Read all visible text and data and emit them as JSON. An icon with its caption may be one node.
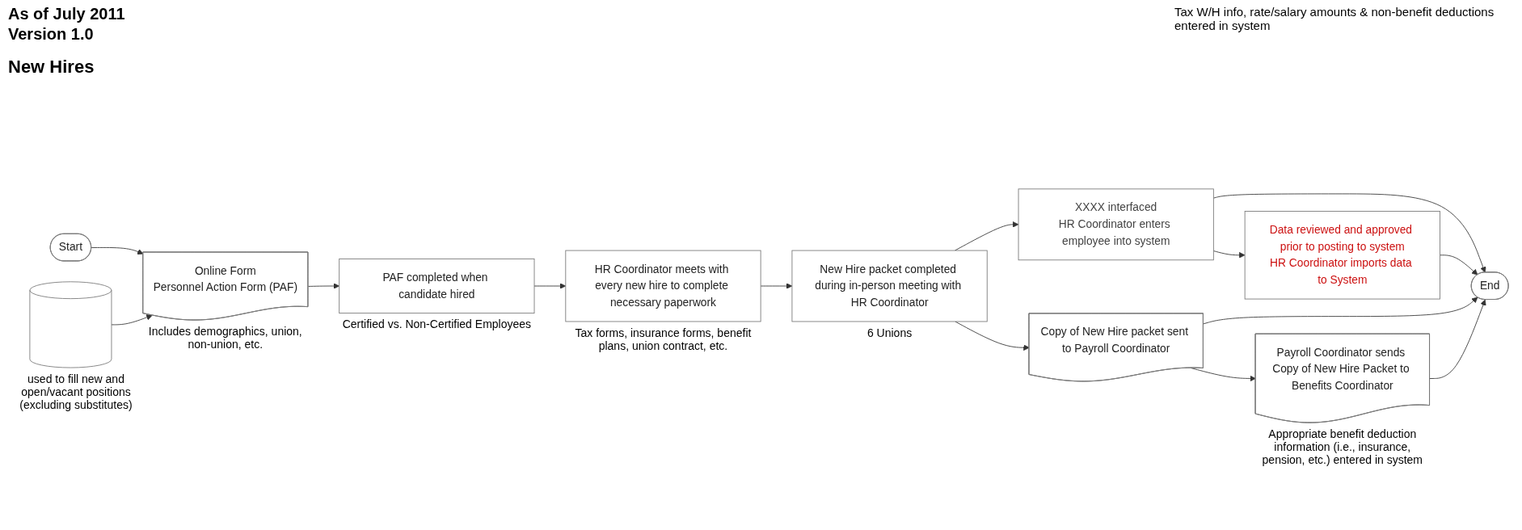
{
  "diagram": {
    "title": "New Hires",
    "nodes": [
      {
        "text": [
          "Start"
        ]
      },
      {
        "text": [],
        "shape": "cylinder",
        "beside": [
          "used to fill new and open/vacant positions (excluding substitutes)"
        ]
      },
      {
        "text": [
          "Online Form",
          "Personnel Action Form (PAF)"
        ],
        "beside": [
          "Includes demographics, union, non-union, etc."
        ]
      },
      {
        "text": [
          "PAF completed when candidate hired"
        ],
        "beside": [
          "Certified vs. Non-Certified Employees"
        ]
      },
      {
        "text": [
          "HR Coordinator meets with every new hire to complete necessary paperwork"
        ],
        "beside": [
          "Tax forms, insurance forms, benefit plans, union contract, etc."
        ]
      },
      {
        "text": [
          "New Hire packet completed during in-person meeting with HR Coordinator"
        ],
        "beside": [
          "6 Unions"
        ]
      },
      {
        "text": [
          "XXXX interfaced",
          "HR Coordinator enters employee into system"
        ]
      },
      {
        "text": [
          "Data reviewed and approved prior to posting to system",
          "HR Coordinator imports data to System"
        ]
      },
      {
        "text": [
          "Copy of New Hire packet sent to Payroll Coordinator"
        ]
      },
      {
        "text": [
          "Payroll Coordinator sends Copy of New Hire Packet to Benefits Coordinator"
        ],
        "beside": [
          "Appropriate benefit deduction information (i.e., insurance, pension, etc.) entered in system"
        ]
      },
      {
        "text": [
          "End"
        ]
      }
    ],
    "edges": [
      {
        "from": 0,
        "to": 2,
        "arrow": "to"
      },
      {
        "from": 1,
        "to": 2,
        "arrow": "to"
      },
      {
        "from": 2,
        "to": 3,
        "arrow": "to"
      },
      {
        "from": 3,
        "to": 4,
        "arrow": "to"
      },
      {
        "from": 4,
        "to": 5,
        "arrow": "to"
      },
      {
        "from": 5,
        "to": 6,
        "arrow": "to"
      },
      {
        "from": 5,
        "to": 8,
        "arrow": "to"
      },
      {
        "from": 6,
        "to": 7,
        "arrow": "to"
      },
      {
        "from": 6,
        "to": 10,
        "arrow": "to"
      },
      {
        "from": 7,
        "to": 10,
        "arrow": "to"
      },
      {
        "from": 8,
        "to": 10,
        "arrow": "to"
      },
      {
        "from": 8,
        "to": 9,
        "arrow": "to"
      },
      {
        "from": 9,
        "to": 10,
        "arrow": "to"
      }
    ],
    "labels": [
      "As of July 2011",
      "Version 1.0",
      "Tax W/H info, rate/salary amounts & non-benefit deductions entered in system"
    ]
  }
}
